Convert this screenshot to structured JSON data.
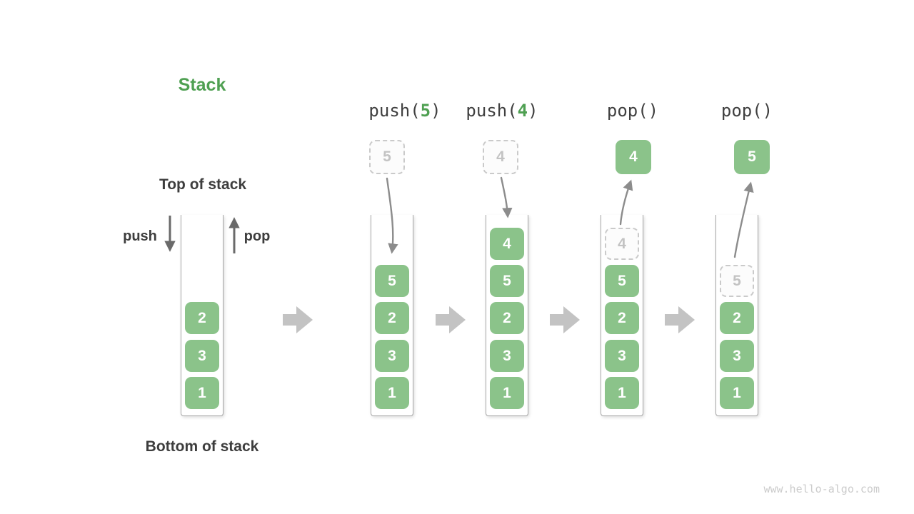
{
  "title": "Stack",
  "labels": {
    "top_of_stack": "Top of stack",
    "bottom_of_stack": "Bottom of stack",
    "push": "push",
    "pop": "pop"
  },
  "watermark": "www.hello-algo.com",
  "colors": {
    "accent_green": "#4FA052",
    "box_green": "#8BC38A",
    "dark_text": "#3D3D3D",
    "curve_arrow_gray": "#8C8C8C",
    "straight_arrow_gray": "#6A6A6A",
    "block_arrow_gray": "#C3C3C3",
    "dashed_border_gray": "#CACACA"
  },
  "columns": [
    {
      "name": "initial-stack",
      "op": null,
      "floating": null,
      "items": [
        {
          "value": "2",
          "style": "solid"
        },
        {
          "value": "3",
          "style": "solid"
        },
        {
          "value": "1",
          "style": "solid"
        }
      ]
    },
    {
      "name": "after-push-5",
      "op": {
        "prefix": "push(",
        "arg": "5",
        "suffix": ")"
      },
      "floating": {
        "value": "5",
        "style": "dashed"
      },
      "items": [
        {
          "value": "5",
          "style": "solid"
        },
        {
          "value": "2",
          "style": "solid"
        },
        {
          "value": "3",
          "style": "solid"
        },
        {
          "value": "1",
          "style": "solid"
        }
      ]
    },
    {
      "name": "after-push-4",
      "op": {
        "prefix": "push(",
        "arg": "4",
        "suffix": ")"
      },
      "floating": {
        "value": "4",
        "style": "dashed"
      },
      "items": [
        {
          "value": "4",
          "style": "solid"
        },
        {
          "value": "5",
          "style": "solid"
        },
        {
          "value": "2",
          "style": "solid"
        },
        {
          "value": "3",
          "style": "solid"
        },
        {
          "value": "1",
          "style": "solid"
        }
      ]
    },
    {
      "name": "after-pop-4",
      "op": {
        "prefix": "pop()",
        "arg": "",
        "suffix": ""
      },
      "floating": {
        "value": "4",
        "style": "solid"
      },
      "items": [
        {
          "value": "4",
          "style": "dashed"
        },
        {
          "value": "5",
          "style": "solid"
        },
        {
          "value": "2",
          "style": "solid"
        },
        {
          "value": "3",
          "style": "solid"
        },
        {
          "value": "1",
          "style": "solid"
        }
      ]
    },
    {
      "name": "after-pop-5",
      "op": {
        "prefix": "pop()",
        "arg": "",
        "suffix": ""
      },
      "floating": {
        "value": "5",
        "style": "solid"
      },
      "items": [
        {
          "value": "5",
          "style": "dashed"
        },
        {
          "value": "2",
          "style": "solid"
        },
        {
          "value": "3",
          "style": "solid"
        },
        {
          "value": "1",
          "style": "solid"
        }
      ]
    }
  ]
}
